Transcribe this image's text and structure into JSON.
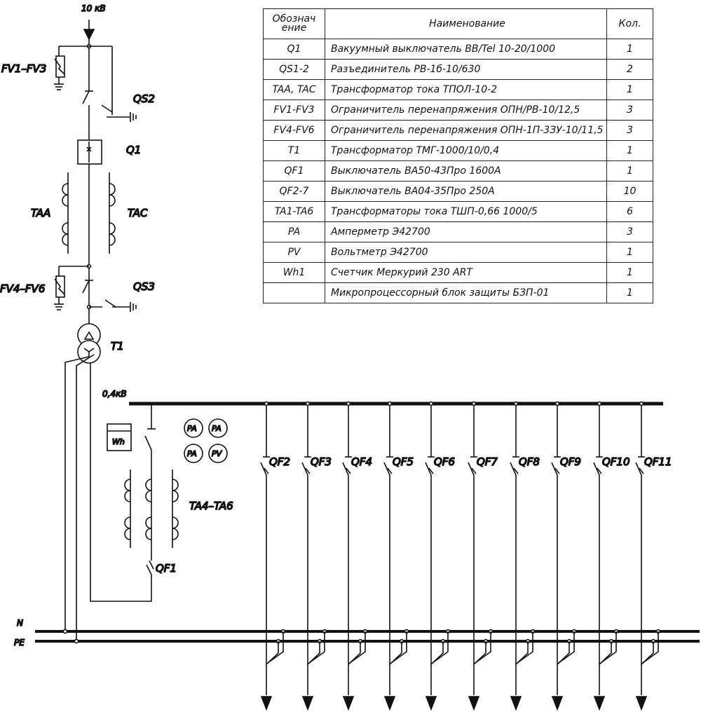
{
  "voltage_hv": "10 кВ",
  "voltage_lv": "0,4кВ",
  "labels": {
    "fv1": "FV1–FV3",
    "qs2": "QS2",
    "q1": "Q1",
    "taa": "TAA",
    "tac": "TAC",
    "fv4": "FV4–FV6",
    "qs3": "QS3",
    "t1": "T1",
    "ta4": "TA4–TA6",
    "qf1": "QF1",
    "wh": "Wh",
    "n": "N",
    "pe": "PE"
  },
  "meters": [
    "PA",
    "PA",
    "PA",
    "PV"
  ],
  "feeders": [
    "QF2",
    "QF3",
    "QF4",
    "QF5",
    "QF6",
    "QF7",
    "QF8",
    "QF9",
    "QF10",
    "QF11"
  ],
  "table": {
    "headers": [
      "Обознач ение",
      "Наименование",
      "Кол."
    ],
    "rows": [
      [
        "Q1",
        "Вакуумный выключатель ВВ/Tel 10-20/1000",
        "1"
      ],
      [
        "QS1-2",
        "Разъединитель РВ-1б-10/630",
        "2"
      ],
      [
        "TAA, TAC",
        "Трансформатор тока ТПОЛ-10-2",
        "1"
      ],
      [
        "FV1-FV3",
        "Ограничитель перенапряжения ОПН/РВ-10/12,5",
        "3"
      ],
      [
        "FV4-FV6",
        "Ограничитель перенапряжения ОПН-1П-3ЗУ-10/11,5",
        "3"
      ],
      [
        "T1",
        "Трансформатор ТМГ-1000/10/0,4",
        "1"
      ],
      [
        "QF1",
        "Выключатель ВА50-43Про 1600А",
        "1"
      ],
      [
        "QF2-7",
        "Выключатель ВА04-35Про 250А",
        "10"
      ],
      [
        "TA1-TA6",
        "Трансформаторы тока ТШП-0,66 1000/5",
        "6"
      ],
      [
        "PA",
        "Амперметр Э42700",
        "3"
      ],
      [
        "PV",
        "Вольтметр Э42700",
        "1"
      ],
      [
        "Wh1",
        "Счетчик Меркурий 230 ART",
        "1"
      ],
      [
        "",
        "Микропроцессорный блок защиты БЗП-01",
        "1"
      ]
    ]
  }
}
